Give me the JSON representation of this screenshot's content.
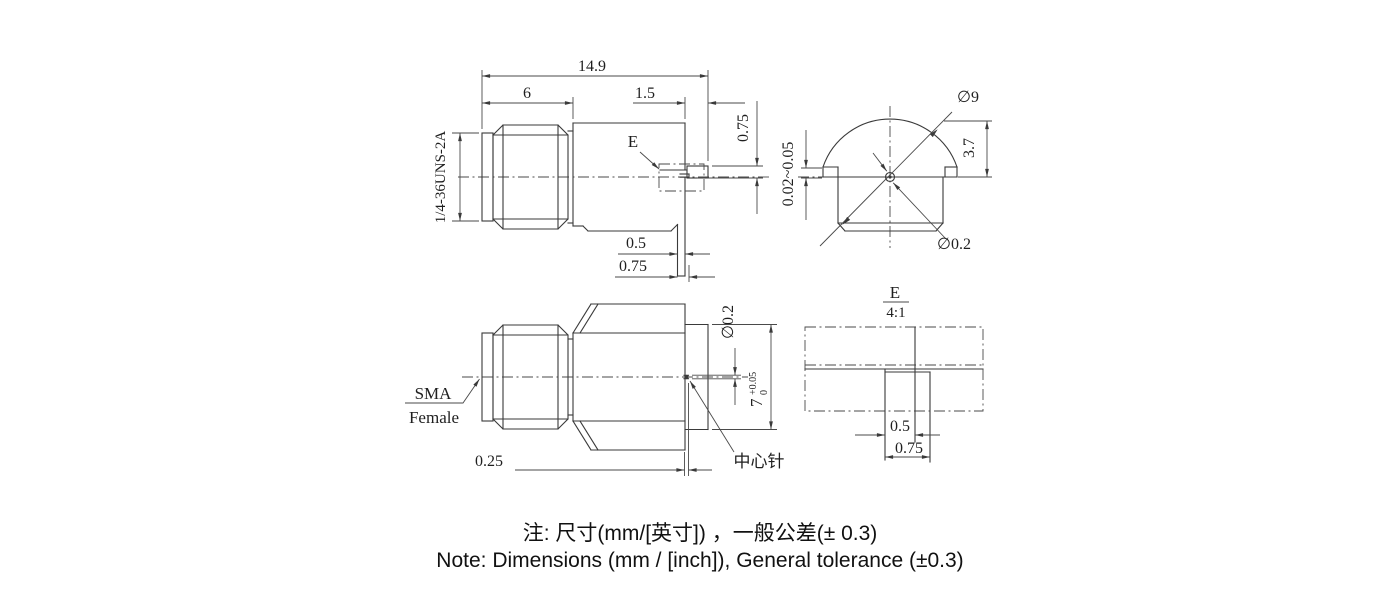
{
  "side_view": {
    "overall_length": "14.9",
    "hex_section_length": "6",
    "tab_length": "1.5",
    "tab_thickness": "0.75",
    "thread_spec": "1/4-36UNS-2A",
    "detail_letter": "E",
    "leg_width": "0.5",
    "leg_total": "0.75"
  },
  "end_view": {
    "body_diameter": "∅9",
    "dome_height": "3.7",
    "gap_tolerance": "0.02~0.05",
    "pin_diameter": "∅0.2"
  },
  "bottom_view": {
    "connector_label_line1": "SMA",
    "connector_label_line2": "Female",
    "pin_stickout": "0.25",
    "pin_label": "中心针",
    "pin_diameter": "∅0.2",
    "tab_width": "7",
    "tab_width_tol_upper": "+0.05",
    "tab_width_tol_lower": "0"
  },
  "detail_view": {
    "letter": "E",
    "scale": "4:1",
    "leg_width": "0.5",
    "total_width": "0.75"
  },
  "notes": {
    "line1_zh": "注: 尺寸(mm/[英寸]) ，一般公差(± 0.3)",
    "line2_en": "Note: Dimensions (mm / [inch]), General tolerance (±0.3)"
  },
  "colors": {
    "line": "#3a3a3a",
    "text": "#1f1f1f",
    "background": "#ffffff"
  }
}
